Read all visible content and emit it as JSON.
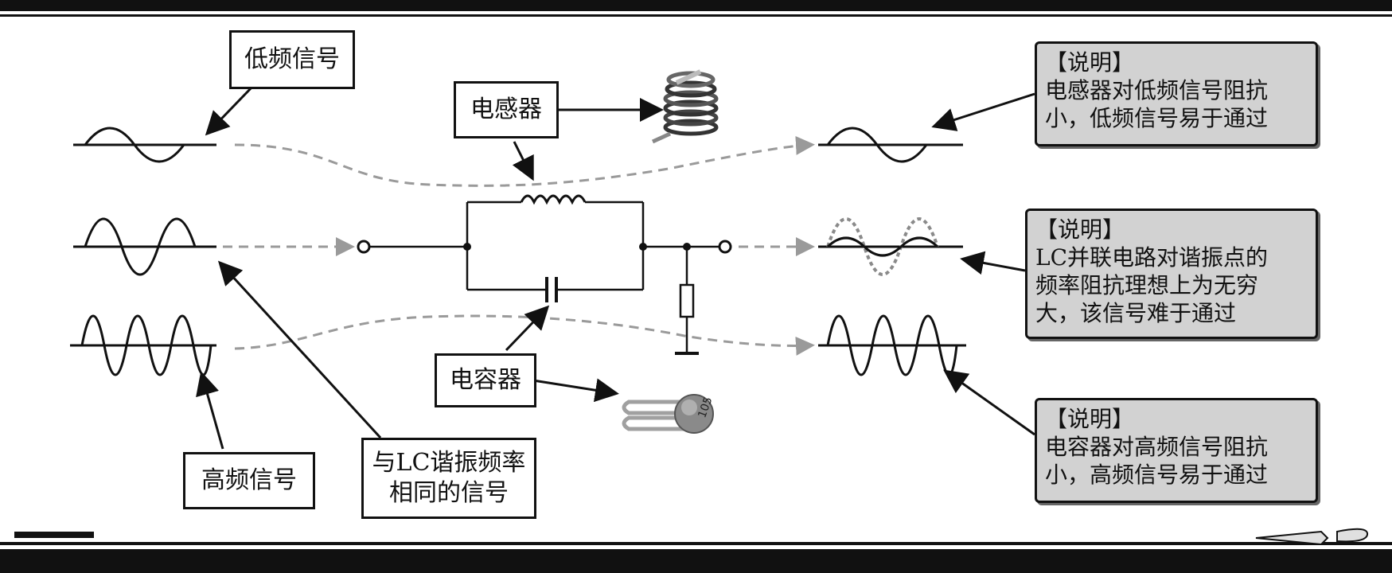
{
  "labels": {
    "low_freq": "低频信号",
    "inductor": "电感器",
    "capacitor": "电容器",
    "high_freq": "高频信号",
    "resonant": [
      "与LC谐振频率",
      "相同的信号"
    ]
  },
  "notes": [
    {
      "title": "【说明】",
      "lines": [
        "电感器对低频信号阻抗",
        "小，低频信号易于通过"
      ]
    },
    {
      "title": "【说明】",
      "lines": [
        "LC并联电路对谐振点的",
        "频率阻抗理想上为无穷",
        "大，该信号难于通过"
      ]
    },
    {
      "title": "【说明】",
      "lines": [
        "电容器对高频信号阻抗",
        "小，高频信号易于通过"
      ]
    }
  ],
  "colors": {
    "line": "#111111",
    "dashed": "#9a9a9a",
    "note_bg": "#d2d2d2"
  },
  "capacitor_marking": "105"
}
